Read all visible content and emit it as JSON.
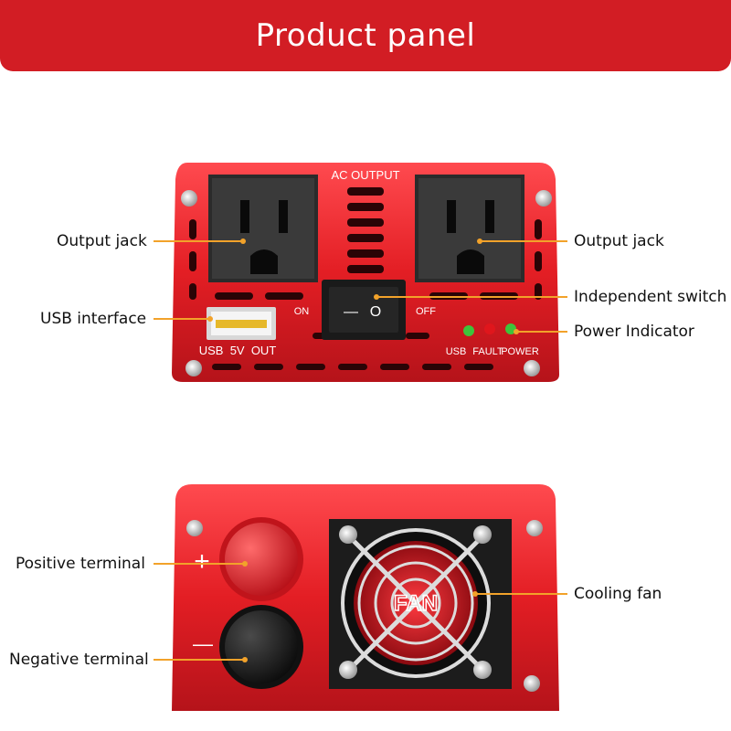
{
  "banner": {
    "title": "Product panel"
  },
  "front_panel": {
    "ac_output": "AC OUTPUT",
    "switch_on": "ON",
    "switch_off": "OFF",
    "switch_symbol_on": "—",
    "switch_symbol_off": "O",
    "usb_label": "USB  5V  OUT",
    "led_usb": "USB",
    "led_fault": "FAULT",
    "led_power": "POWER"
  },
  "back_panel": {
    "plus": "+",
    "minus": "—",
    "fan_label": "FAN"
  },
  "callouts": {
    "output_jack_left": "Output jack",
    "output_jack_right": "Output jack",
    "usb_interface": "USB interface",
    "independent_switch": "Independent switch",
    "power_indicator": "Power Indicator",
    "positive_terminal": "Positive terminal",
    "negative_terminal": "Negative terminal",
    "cooling_fan": "Cooling fan"
  },
  "colors": {
    "banner": "#d21d24",
    "body_red": "#e31e24",
    "leader": "#f2a22a",
    "led_green": "#3ec43b",
    "led_red": "#e0161c"
  }
}
